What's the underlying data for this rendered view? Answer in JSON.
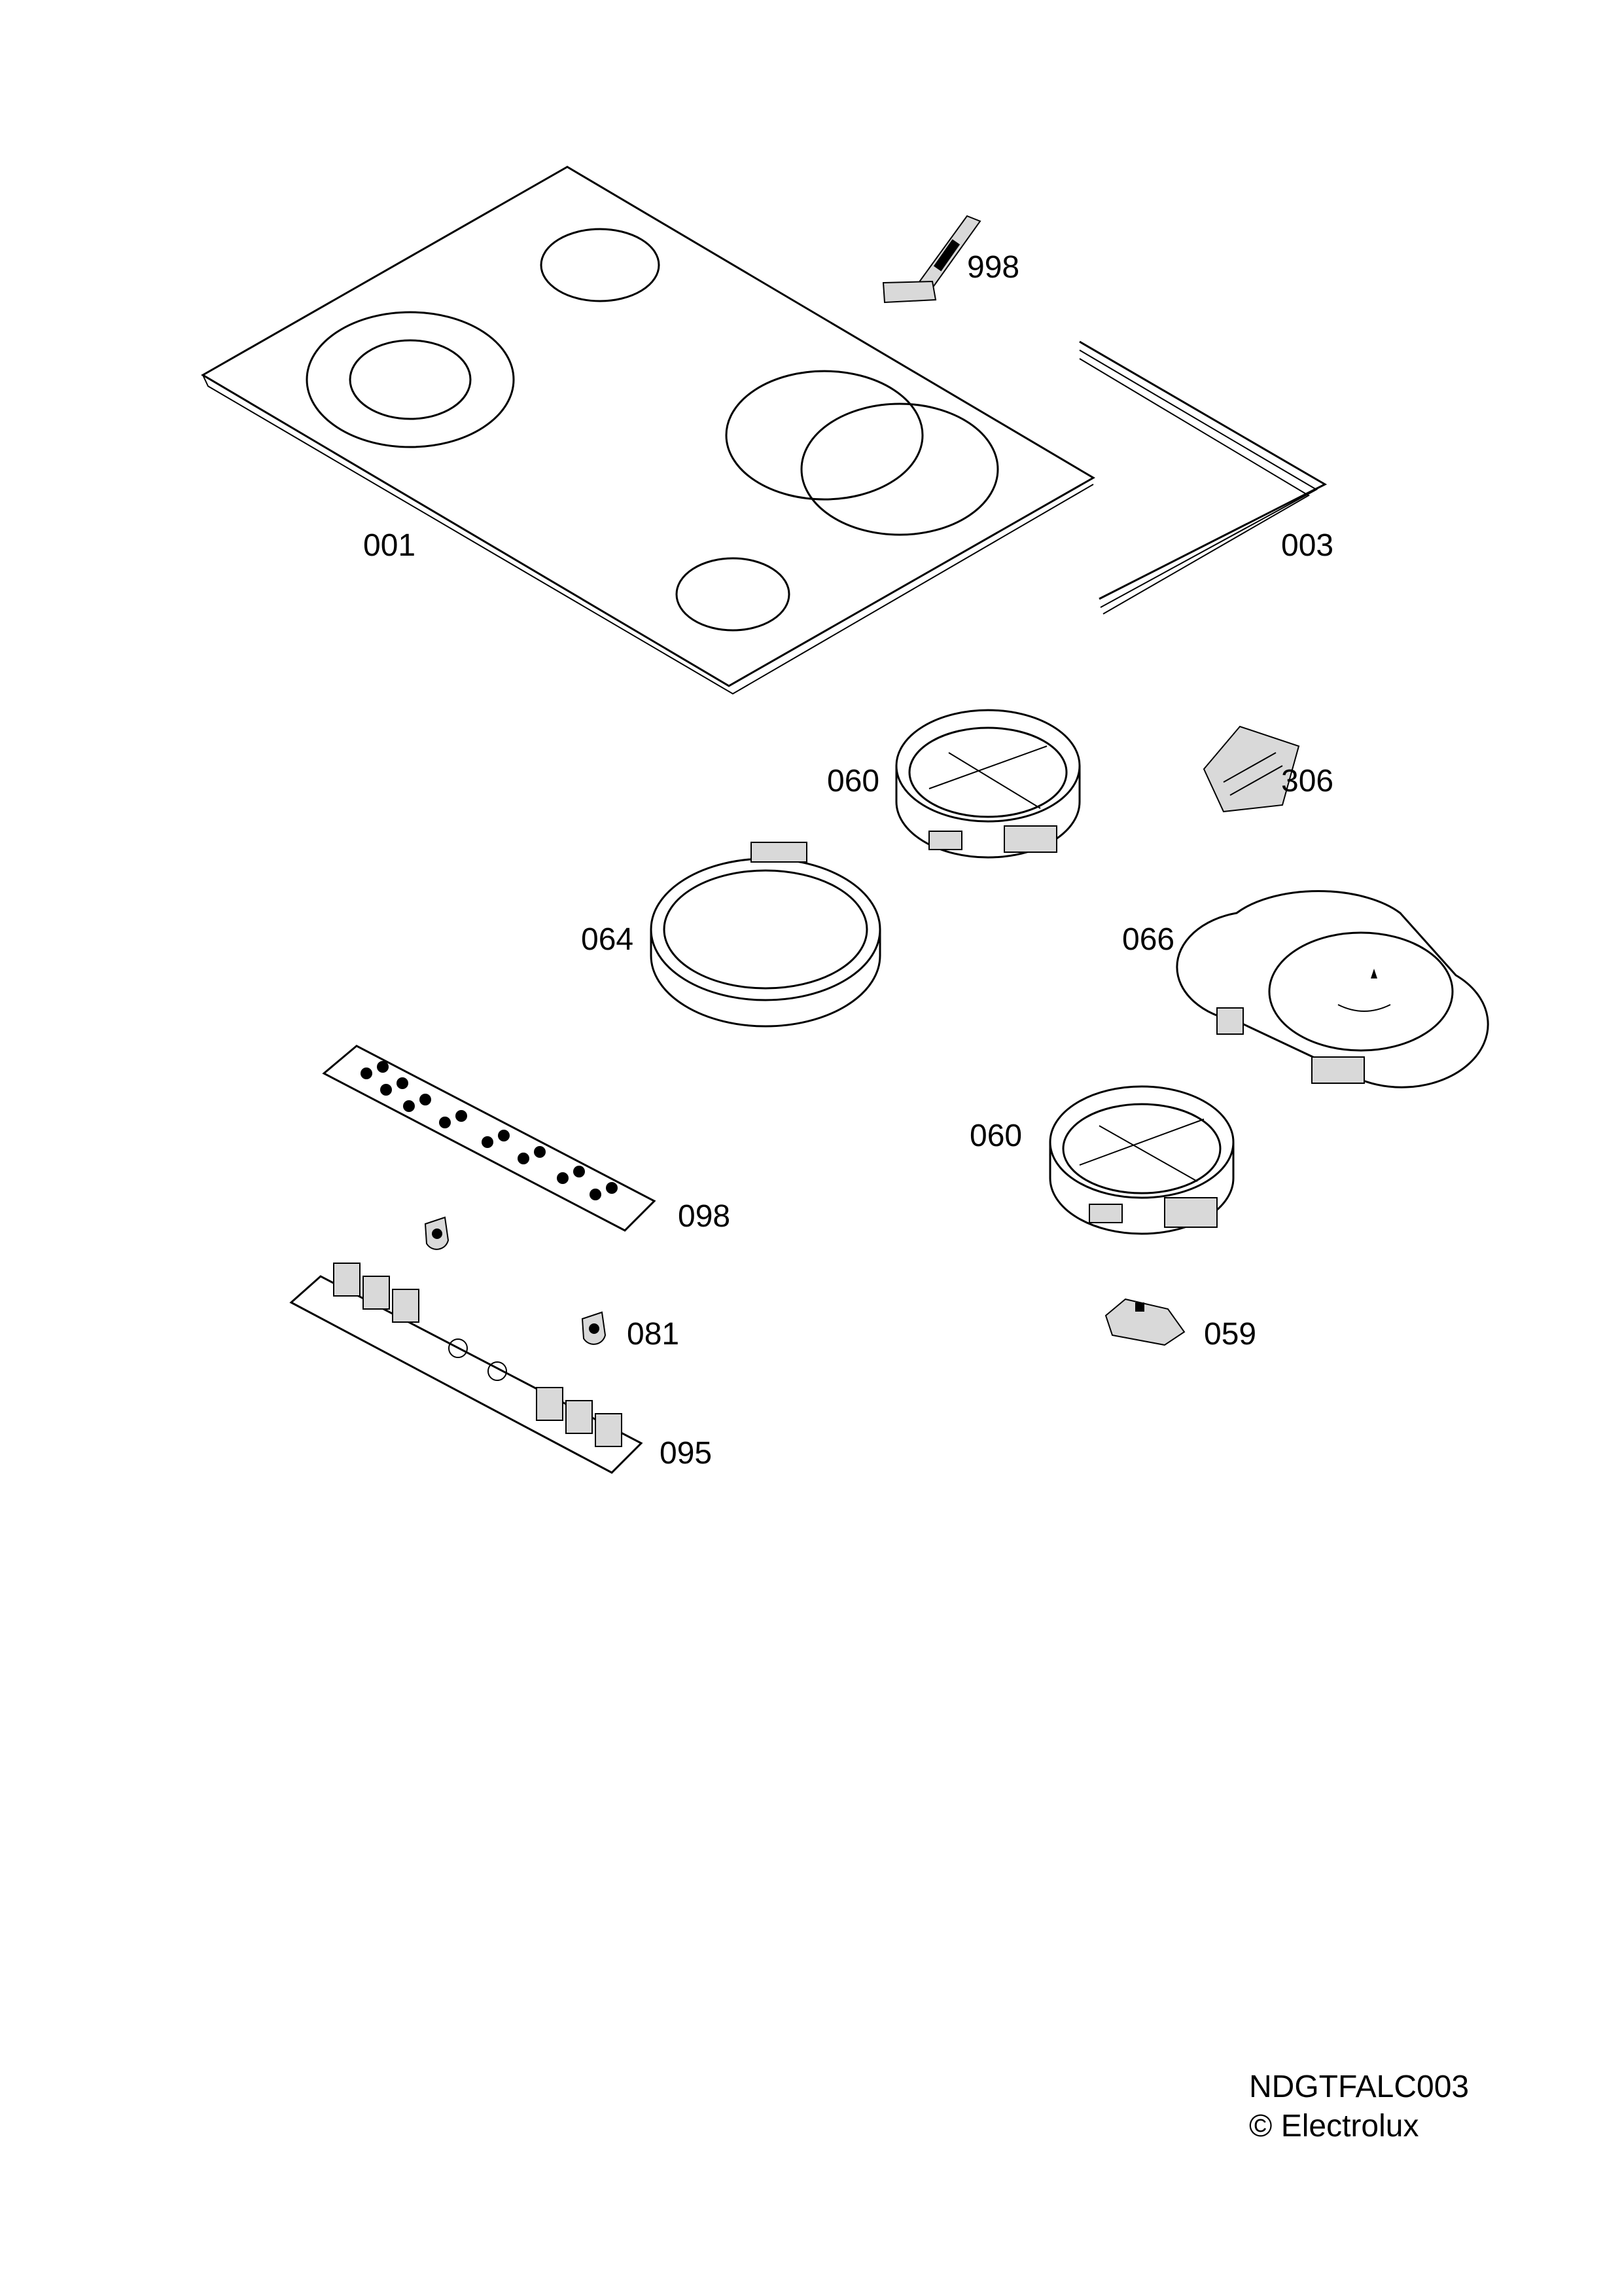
{
  "labels": {
    "p998": "998",
    "p001": "001",
    "p003": "003",
    "p060a": "060",
    "p306": "306",
    "p064": "064",
    "p066": "066",
    "p060b": "060",
    "p098": "098",
    "p081": "081",
    "p059": "059",
    "p095": "095"
  },
  "footer": {
    "drawing_code": "NDGTFALC003",
    "copyright": "© Electrolux"
  }
}
